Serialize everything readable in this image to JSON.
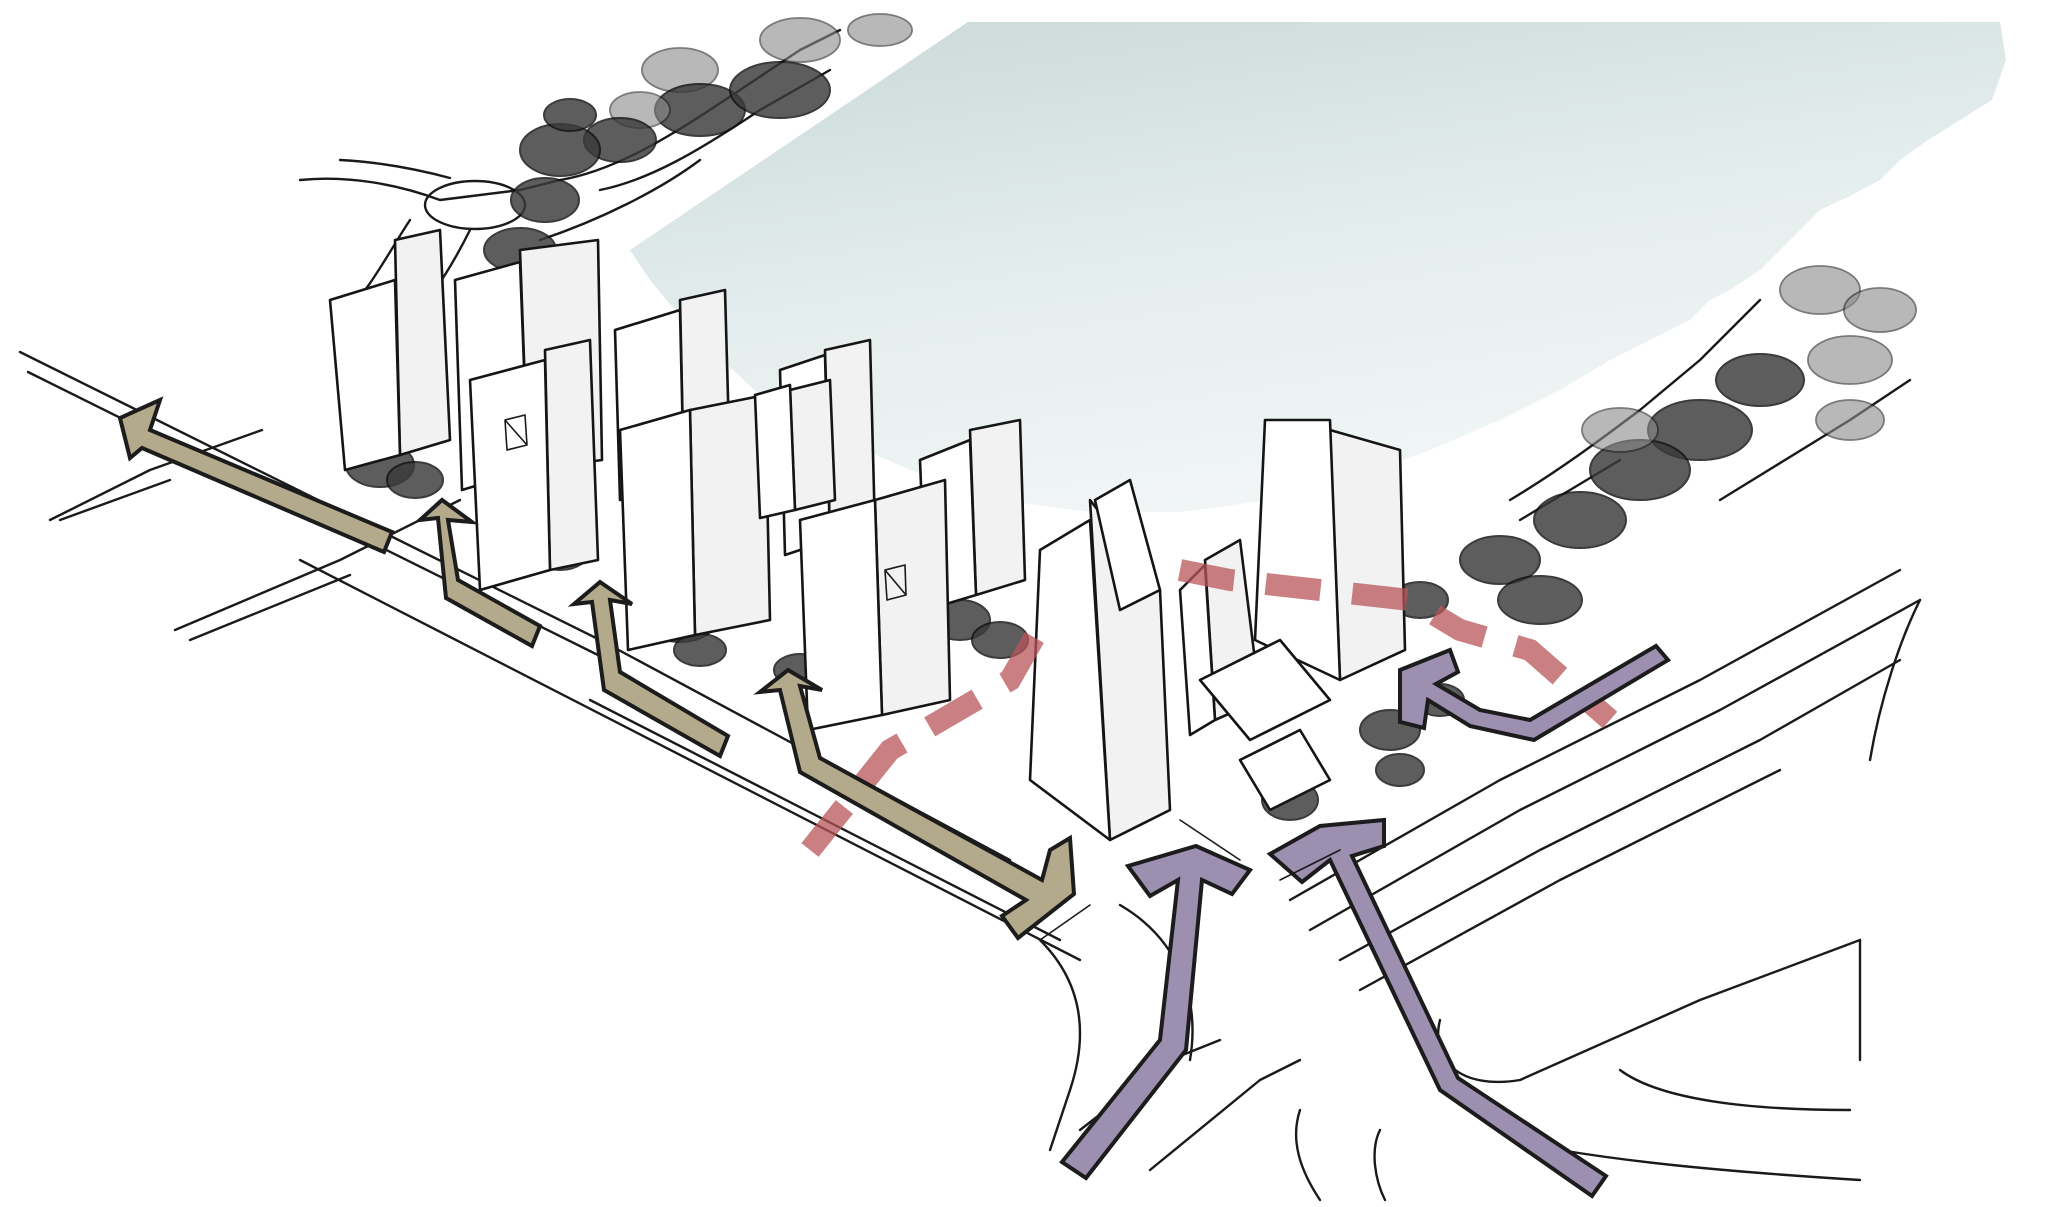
{
  "colors": {
    "water": "#c9d8d8",
    "water_light": "#e4eded",
    "pedestrian_arrow": "#b3aa8c",
    "vehicle_arrow": "#9d8fb0",
    "view_corridor": "#b8565a",
    "ink": "#1a1a1a"
  },
  "layers": [
    {
      "name": "water-body",
      "icon": "water-area"
    },
    {
      "name": "waterfront-trees",
      "icon": "tree-cluster"
    },
    {
      "name": "tower-buildings",
      "icon": "building-block"
    },
    {
      "name": "pedestrian-flow",
      "icon": "tan-arrow"
    },
    {
      "name": "vehicle-flow",
      "icon": "purple-arrow"
    },
    {
      "name": "view-corridor",
      "icon": "dashed-red-line"
    }
  ]
}
